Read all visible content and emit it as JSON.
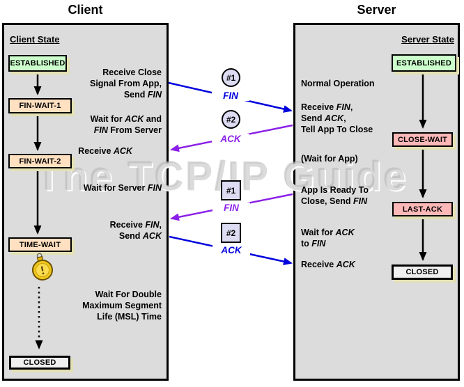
{
  "watermark": "The TCP/IP Guide",
  "client": {
    "title": "Client",
    "state_heading": "Client State",
    "states": [
      {
        "label": "ESTABLISHED",
        "color": "#ccffcc"
      },
      {
        "label": "FIN-WAIT-1",
        "color": "#ffe0c0"
      },
      {
        "label": "FIN-WAIT-2",
        "color": "#ffe0c0"
      },
      {
        "label": "TIME-WAIT",
        "color": "#ffe0c0"
      },
      {
        "label": "CLOSED",
        "color": "#f0f0f0"
      }
    ],
    "notes": [
      {
        "segments": [
          {
            "t": "Receive Close\nSignal From App,\nSend "
          },
          {
            "t": "FIN",
            "i": true
          }
        ]
      },
      {
        "segments": [
          {
            "t": "Wait for "
          },
          {
            "t": "ACK",
            "i": true
          },
          {
            "t": " and\n"
          },
          {
            "t": "FIN",
            "i": true
          },
          {
            "t": " From Server"
          }
        ]
      },
      {
        "segments": [
          {
            "t": "Receive "
          },
          {
            "t": "ACK",
            "i": true
          }
        ]
      },
      {
        "segments": [
          {
            "t": "Wait for Server "
          },
          {
            "t": "FIN",
            "i": true
          }
        ]
      },
      {
        "segments": [
          {
            "t": "Receive "
          },
          {
            "t": "FIN",
            "i": true
          },
          {
            "t": ",\nSend "
          },
          {
            "t": "ACK",
            "i": true
          }
        ]
      },
      {
        "segments": [
          {
            "t": "Wait For Double\nMaximum Segment\nLife (MSL) Time"
          }
        ]
      }
    ]
  },
  "server": {
    "title": "Server",
    "state_heading": "Server State",
    "states": [
      {
        "label": "ESTABLISHED",
        "color": "#ccffcc"
      },
      {
        "label": "CLOSE-WAIT",
        "color": "#ffb8b8"
      },
      {
        "label": "LAST-ACK",
        "color": "#ffb8b8"
      },
      {
        "label": "CLOSED",
        "color": "#f0f0f0"
      }
    ],
    "notes": [
      {
        "segments": [
          {
            "t": "Normal Operation"
          }
        ]
      },
      {
        "segments": [
          {
            "t": "Receive "
          },
          {
            "t": "FIN",
            "i": true
          },
          {
            "t": ",\nSend "
          },
          {
            "t": "ACK",
            "i": true
          },
          {
            "t": ",\nTell App To Close"
          }
        ]
      },
      {
        "segments": [
          {
            "t": "(Wait for App)"
          }
        ]
      },
      {
        "segments": [
          {
            "t": "App Is Ready To\nClose, Send "
          },
          {
            "t": "FIN",
            "i": true
          }
        ]
      },
      {
        "segments": [
          {
            "t": "Wait for "
          },
          {
            "t": "ACK",
            "i": true
          },
          {
            "t": "\nto "
          },
          {
            "t": "FIN",
            "i": true
          }
        ]
      },
      {
        "segments": [
          {
            "t": "Receive "
          },
          {
            "t": "ACK",
            "i": true
          }
        ]
      }
    ]
  },
  "messages": [
    {
      "badge": "#1",
      "label": "FIN",
      "shape": "circle",
      "color": "#0000dd",
      "direction": "client-to-server"
    },
    {
      "badge": "#2",
      "label": "ACK",
      "shape": "circle",
      "color": "#8b1fe8",
      "direction": "server-to-client"
    },
    {
      "badge": "#1",
      "label": "FIN",
      "shape": "square",
      "color": "#8b1fe8",
      "direction": "server-to-client"
    },
    {
      "badge": "#2",
      "label": "ACK",
      "shape": "square",
      "color": "#0000dd",
      "direction": "client-to-server"
    }
  ],
  "colors": {
    "panel_bg": "#dcdcdc",
    "established": "#ccffcc",
    "client_wait_states": "#ffe0c0",
    "server_wait_states": "#ffb8b8",
    "closed": "#f0f0f0",
    "box_shadow": "#e3e1b4",
    "badge_bg": "#dcdcf2",
    "fin_ack_blue": "#0000dd",
    "fin_ack_purple": "#8b1fe8"
  }
}
